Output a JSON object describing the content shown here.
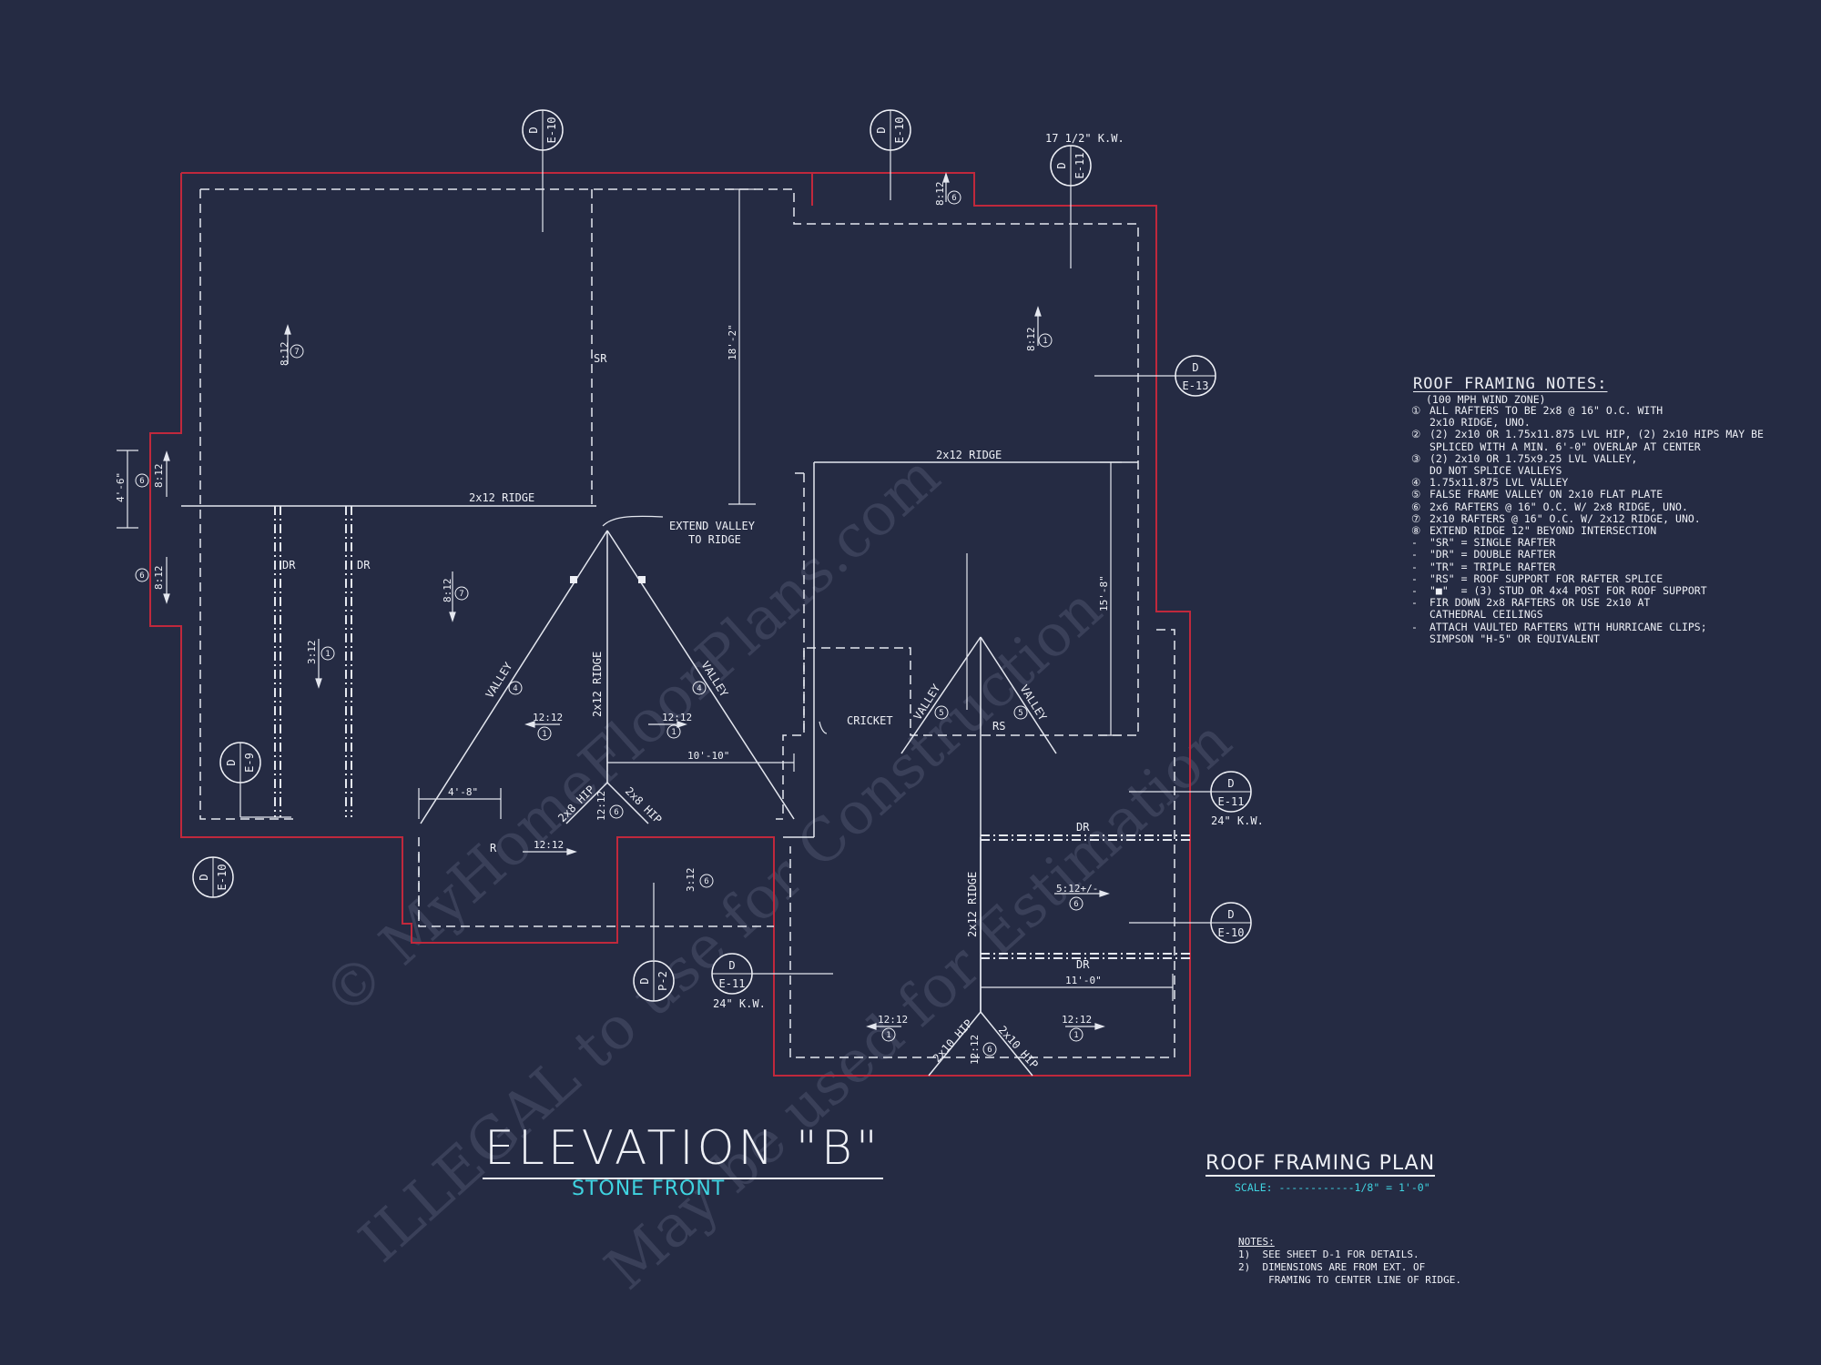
{
  "watermarks": [
    "© MyHomeFloorPlans.com",
    "ILLEGAL to use for Construction",
    "May be used for Estimation"
  ],
  "colors": {
    "background": "#252b43",
    "wall_outline": "#c0283c",
    "linework": "#e4e7ef",
    "accent_text": "#3fd3e0"
  },
  "plan_labels": {
    "ridge_main": "2x12 RIDGE",
    "ridge_right": "2x12 RIDGE",
    "ridge_gable": "2x12 RIDGE",
    "ridge_bottom": "2x12 RIDGE",
    "sr": "SR",
    "dr1": "DR",
    "dr2": "DR",
    "dr3": "DR",
    "dr4": "DR",
    "rs": "RS",
    "r_small": "R",
    "valley_1": "VALLEY",
    "valley_2": "VALLEY",
    "valley_3": "VALLEY",
    "valley_4": "VALLEY",
    "hip_1": "2x8 HIP",
    "hip_2": "2x8 HIP",
    "hip_3": "2x10 HIP",
    "hip_4": "2x10 HIP",
    "cricket": "CRICKET",
    "extend_1": "EXTEND VALLEY",
    "extend_2": "TO RIDGE",
    "kw_top": "17 1/2\" K.W.",
    "kw_right": "24\" K.W.",
    "kw_bottom": "24\" K.W."
  },
  "dimensions": {
    "d_18_2": "18'-2\"",
    "d_15_8": "15'-8\"",
    "d_10_10": "10'-10\"",
    "d_4_8": "4'-8\"",
    "d_11_0": "11'-0\"",
    "d_4_6": "4'-6\""
  },
  "pitches": {
    "p_top_left": "8:12",
    "p_top_right": "8:12",
    "p_left_mid": "8:12",
    "p_shed": "3:12",
    "p_gable_l": "12:12",
    "p_gable_r": "12:12",
    "p_porch": "12:12",
    "p_lower": "3:12",
    "p_side": "5:12+/-",
    "p_bot_l": "12:12",
    "p_bot_r": "12:12",
    "p_top_ext": "8:12",
    "p_left_1": "8:12",
    "p_left_2": "8:12",
    "p_gable_tip": "12:12",
    "p_bot_tip": "12:12"
  },
  "callouts": {
    "c1_top": "D",
    "c1_bot": "E-10",
    "c2_top": "D",
    "c2_bot": "E-10",
    "c3_top": "D",
    "c3_bot": "E-11",
    "c4_top": "D",
    "c4_bot": "E-13",
    "c5_top": "D",
    "c5_bot": "E-9",
    "c6_top": "D",
    "c6_bot": "E-10",
    "c7_top": "D",
    "c7_bot": "E-11",
    "c8_top": "D",
    "c8_bot": "E-10",
    "c9_top": "D",
    "c9_bot": "P-2",
    "c10_top": "D",
    "c10_bot": "E-11"
  },
  "framing_notes": {
    "title": "ROOF FRAMING NOTES:",
    "wind_zone": "(100 MPH WIND ZONE)",
    "items": [
      {
        "marker": "①",
        "text": "ALL RAFTERS TO BE 2x8 @ 16\" O.C. WITH\n2x10 RIDGE, UNO."
      },
      {
        "marker": "②",
        "text": "(2) 2x10 OR 1.75x11.875 LVL HIP, (2) 2x10 HIPS MAY BE\nSPLICED WITH A MIN. 6'-0\" OVERLAP AT CENTER"
      },
      {
        "marker": "③",
        "text": "(2) 2x10 OR 1.75x9.25 LVL VALLEY,\nDO NOT SPLICE VALLEYS"
      },
      {
        "marker": "④",
        "text": "1.75x11.875 LVL VALLEY"
      },
      {
        "marker": "⑤",
        "text": "FALSE FRAME VALLEY ON 2x10 FLAT PLATE"
      },
      {
        "marker": "⑥",
        "text": "2x6 RAFTERS @ 16\" O.C. W/ 2x8 RIDGE, UNO."
      },
      {
        "marker": "⑦",
        "text": "2x10 RAFTERS @ 16\" O.C. W/ 2x12 RIDGE, UNO."
      },
      {
        "marker": "⑧",
        "text": "EXTEND RIDGE 12\" BEYOND INTERSECTION"
      },
      {
        "marker": "-",
        "text": "\"SR\" = SINGLE RAFTER"
      },
      {
        "marker": "-",
        "text": "\"DR\" = DOUBLE RAFTER"
      },
      {
        "marker": "-",
        "text": "\"TR\" = TRIPLE RAFTER"
      },
      {
        "marker": "-",
        "text": "\"RS\" = ROOF SUPPORT FOR RAFTER SPLICE"
      },
      {
        "marker": "-",
        "text": "\"■\"  = (3) STUD OR 4x4 POST FOR ROOF SUPPORT"
      },
      {
        "marker": "-",
        "text": "FIR DOWN 2x8 RAFTERS OR USE 2x10 AT\nCATHEDRAL CEILINGS"
      },
      {
        "marker": "-",
        "text": "ATTACH VAULTED RAFTERS WITH HURRICANE CLIPS;\nSIMPSON \"H-5\" OR EQUIVALENT"
      }
    ]
  },
  "elevation_title": "ELEVATION \"B\"",
  "elevation_subtitle": "STONE FRONT",
  "plan_title": "ROOF FRAMING PLAN",
  "plan_scale": "SCALE: ------------1/8\" = 1'-0\"",
  "general_notes": {
    "heading": "NOTES:",
    "lines": [
      "1)  SEE SHEET D-1 FOR DETAILS.",
      "2)  DIMENSIONS ARE FROM EXT. OF",
      "     FRAMING TO CENTER LINE OF RIDGE."
    ]
  }
}
